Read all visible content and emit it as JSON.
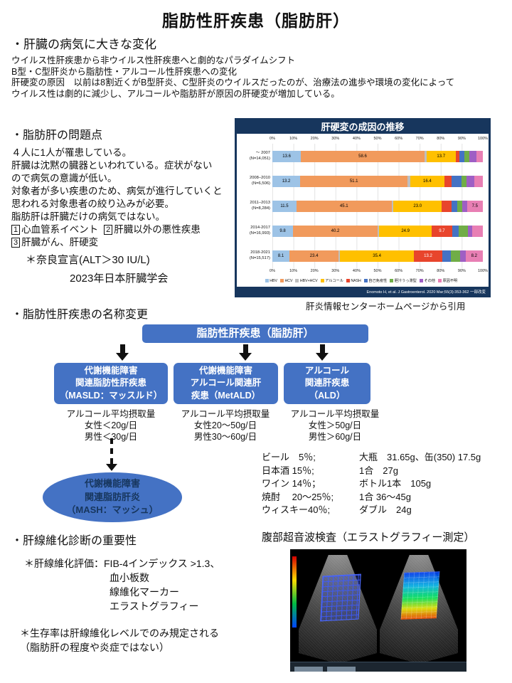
{
  "title": "脂肪性肝疾患（脂肪肝）",
  "colors": {
    "accent_blue": "#4472C4",
    "chart_bg": "#17365D"
  },
  "section1": {
    "heading": "・肝臓の病気に大きな変化",
    "lines": [
      "ウイルス性肝疾患から非ウイルス性肝疾患へと劇的なパラダイムシフト",
      "B型・C型肝炎から脂肪性・アルコール性肝疾患への変化",
      "肝硬変の原因　以前は8割近くがB型肝炎、C型肝炎のウイルスだったのが、治療法の進歩や環境の変化によって",
      "ウイルス性は劇的に減少し、アルコールや脂肪肝が原因の肝硬変が増加している。"
    ]
  },
  "section2": {
    "heading": "・脂肪肝の問題点",
    "lines": [
      "４人に1人が罹患している。",
      "肝臓は沈黙の臓器といわれている。症状がない",
      "ので病気の意識が低い。",
      "対象者が多い疾患のため、病気が進行していくと",
      "思われる対象患者の絞り込みが必要。",
      "脂肪肝は肝臓だけの病気ではない。"
    ],
    "numbered": [
      {
        "num": "1",
        "text": "心血管系イベント"
      },
      {
        "num": "2",
        "text": "肝臓以外の悪性疾患"
      },
      {
        "num": "3",
        "text": "肝臓がん、肝硬変"
      }
    ],
    "nara": "＊奈良宣言(ALT＞30 IU/L)",
    "nara2": "2023年日本肝臓学会"
  },
  "chart_caption": "肝炎情報センターホームページから引用",
  "chart_data": {
    "type": "bar",
    "stacked": true,
    "horizontal": true,
    "title": "肝硬変の成因の推移",
    "xlim": [
      0,
      100
    ],
    "axis_ticks": [
      "0%",
      "10%",
      "20%",
      "30%",
      "40%",
      "50%",
      "60%",
      "70%",
      "80%",
      "90%",
      "100%"
    ],
    "categories": [
      {
        "period": "～ 2007",
        "n": "(N=14,051)"
      },
      {
        "period": "2008–2010",
        "n": "(N=6,506)"
      },
      {
        "period": "2011–2013",
        "n": "(N=8,284)"
      },
      {
        "period": "2014-2017",
        "n": "(N=16,993)"
      },
      {
        "period": "2018-2021",
        "n": "(N=15,517)"
      }
    ],
    "series": [
      {
        "name": "HBV",
        "color": "#9DC3E6",
        "values": [
          13.6,
          13.2,
          11.5,
          9.8,
          8.1
        ]
      },
      {
        "name": "HCV",
        "color": "#F19A5C",
        "values": [
          58.6,
          51.1,
          45.1,
          40.2,
          23.4
        ]
      },
      {
        "name": "HBV+HCV",
        "color": "#BFBFBF",
        "values": [
          1.1,
          1.1,
          0.9,
          0.8,
          0.5
        ]
      },
      {
        "name": "アルコール",
        "color": "#FFC000",
        "values": [
          13.7,
          16.4,
          23.0,
          24.9,
          35.4
        ]
      },
      {
        "name": "NASH",
        "color": "#E8452C",
        "values": [
          2.0,
          3.5,
          4.5,
          9.7,
          13.2
        ]
      },
      {
        "name": "自己免疫性",
        "color": "#4472C4",
        "values": [
          2.3,
          4.7,
          2.9,
          3.1,
          4.2
        ]
      },
      {
        "name": "胆汁うっ滞型",
        "color": "#70AD47",
        "values": [
          2.4,
          2.4,
          2.2,
          4.4,
          4.4
        ]
      },
      {
        "name": "その他",
        "color": "#9E5FC4",
        "values": [
          3.4,
          3.4,
          2.4,
          2.0,
          2.6
        ]
      },
      {
        "name": "原因不明",
        "color": "#E87FB4",
        "values": [
          2.9,
          4.2,
          7.5,
          5.1,
          8.2
        ]
      }
    ],
    "footnote": "Enomoto H, et al. J Gastroenterol. 2020 Mar;55(3):353-362 一部改変"
  },
  "flow": {
    "heading": "・脂肪性肝疾患の名称変更",
    "top_box": "脂肪性肝疾患（脂肪肝）",
    "boxes": [
      {
        "lines": [
          "代謝機能障害",
          "関連脂肪性肝疾患",
          "（MASLD：マッスルド）"
        ]
      },
      {
        "lines": [
          "代謝機能障害",
          "アルコール関連肝",
          "疾患（MetALD）"
        ]
      },
      {
        "lines": [
          "アルコール",
          "関連肝疾患",
          "（ALD）"
        ]
      }
    ],
    "intake": [
      {
        "lines": [
          "アルコール平均摂取量",
          "女性＜20g/日",
          "男性＜30g/日"
        ]
      },
      {
        "lines": [
          "アルコール平均摂取量",
          "女性20～50g/日",
          "男性30～60g/日"
        ]
      },
      {
        "lines": [
          "アルコール平均摂取量",
          "女性＞50g/日",
          "男性＞60g/日"
        ]
      }
    ],
    "ellipse": {
      "lines": [
        "代謝機能障害",
        "関連脂肪肝炎",
        "（MASH：マッシュ）"
      ]
    }
  },
  "alcohol": {
    "rows": [
      {
        "drink": "ビール　5％;",
        "amount": "大瓶　31.65g、缶(350) 17.5g"
      },
      {
        "drink": "日本酒 15％;",
        "amount": "1合　27g"
      },
      {
        "drink": "ワイン 14％；",
        "amount": "ボトル1本　105g"
      },
      {
        "drink": "焼酎　 20～25％;",
        "amount": "1合 36～45g"
      },
      {
        "drink": "ウィスキー40％;",
        "amount": "ダブル　24g"
      }
    ]
  },
  "section4": {
    "heading": "・肝線維化診断の重要性",
    "line1": "＊肝線維化評価：FIB-4インデックス >1.3、",
    "sub": [
      "血小板数",
      "線維化マーカー",
      "エラストグラフィー"
    ],
    "line2": "＊生存率は肝線維化レベルでのみ規定される",
    "line3": "（脂肪肝の程度や炎症ではない）"
  },
  "ultrasound": {
    "heading": "腹部超音波検査（エラストグラフィー測定）"
  }
}
